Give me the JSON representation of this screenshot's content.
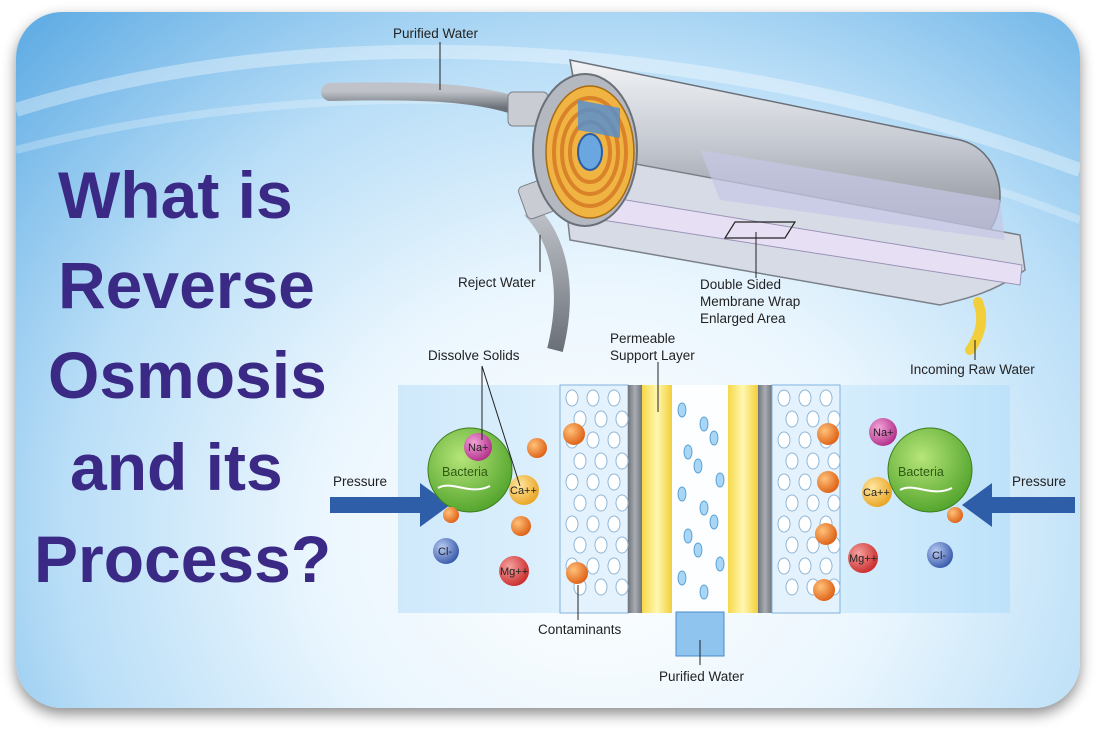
{
  "title_lines": [
    "What is",
    "Reverse",
    "Osmosis",
    "and its",
    "Process?"
  ],
  "labels": {
    "purified_water_top": "Purified Water",
    "reject_water": "Reject Water",
    "double_sided_line1": "Double Sided",
    "double_sided_line2": "Membrane Wrap",
    "double_sided_line3": "Enlarged Area",
    "incoming_raw_water": "Incoming Raw Water",
    "dissolve_solids": "Dissolve Solids",
    "permeable_line1": "Permeable",
    "permeable_line2": "Support Layer",
    "pressure_left": "Pressure",
    "pressure_right": "Pressure",
    "contaminants": "Contaminants",
    "purified_water_bottom": "Purified Water"
  },
  "ions": {
    "bacteria": "Bacteria",
    "na": "Na+",
    "ca": "Ca++",
    "cl": "Cl-",
    "mg": "Mg++"
  },
  "colors": {
    "title": "#3b2a85",
    "bacteria": "#7cc443",
    "contaminant": "#ee7a22",
    "na_ion": "#c0409a",
    "cl_ion": "#3a5fb8",
    "mg_ion": "#d8393a",
    "ca_ion": "#f3b83b",
    "membrane": "#f4e36b",
    "arrow": "#2f5ea8"
  }
}
